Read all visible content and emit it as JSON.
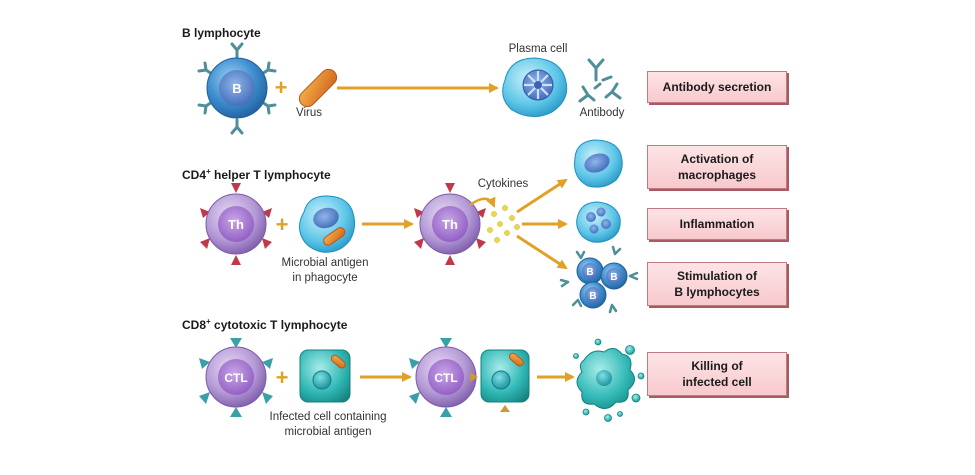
{
  "rows": {
    "b_cell": {
      "title_base": "B lymphocyte",
      "cell_label": "B",
      "virus_caption": "Virus",
      "plasma_caption": "Plasma cell",
      "antibody_caption": "Antibody",
      "outcome": "Antibody secretion"
    },
    "helper_t": {
      "title_prefix": "CD4",
      "title_sup": "+",
      "title_suffix": " helper T lymphocyte",
      "cell_label": "Th",
      "antigen_caption_line1": "Microbial antigen",
      "antigen_caption_line2": "in phagocyte",
      "cytokines_caption": "Cytokines",
      "b_cell_label": "B",
      "outcome_macrophage_line1": "Activation of",
      "outcome_macrophage_line2": "macrophages",
      "outcome_inflammation": "Inflammation",
      "outcome_b_line1": "Stimulation of",
      "outcome_b_line2": "B lymphocytes"
    },
    "cytotoxic_t": {
      "title_prefix": "CD8",
      "title_sup": "+",
      "title_suffix": " cytotoxic T lymphocyte",
      "cell_label": "CTL",
      "infected_caption_line1": "Infected cell containing",
      "infected_caption_line2": "microbial antigen",
      "outcome_line1": "Killing of",
      "outcome_line2": "infected cell"
    }
  },
  "operators": {
    "plus": "+"
  },
  "colors": {
    "arrow": "#e0a126",
    "plus": "#e0a126",
    "b_cell": "#3f8fd0",
    "lymphocyte": "#9a6fc4",
    "receptor": "#4f8f9a",
    "virus": "#e0862a",
    "phagocyte": "#5ec6e8",
    "infected_cell": "#2fb8b5",
    "outcome_fill": "#f9d3d6"
  }
}
